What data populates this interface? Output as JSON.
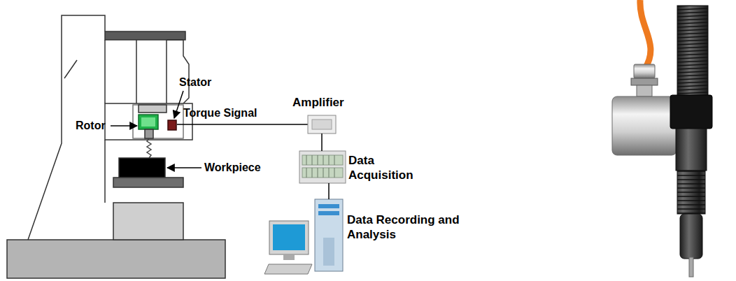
{
  "diagram": {
    "nodes": [
      {
        "text": [
          "Amplifier"
        ]
      },
      {
        "text": [
          "Data Acquisition"
        ]
      },
      {
        "text": [
          "Data Recording and Analysis"
        ]
      }
    ],
    "edges": [
      {
        "from": 0,
        "to": 1,
        "arrow": "none"
      },
      {
        "from": 1,
        "to": 2,
        "arrow": "none"
      }
    ],
    "labels": [
      "Stator",
      "Rotor",
      "Torque Signal",
      "Workpiece"
    ]
  }
}
